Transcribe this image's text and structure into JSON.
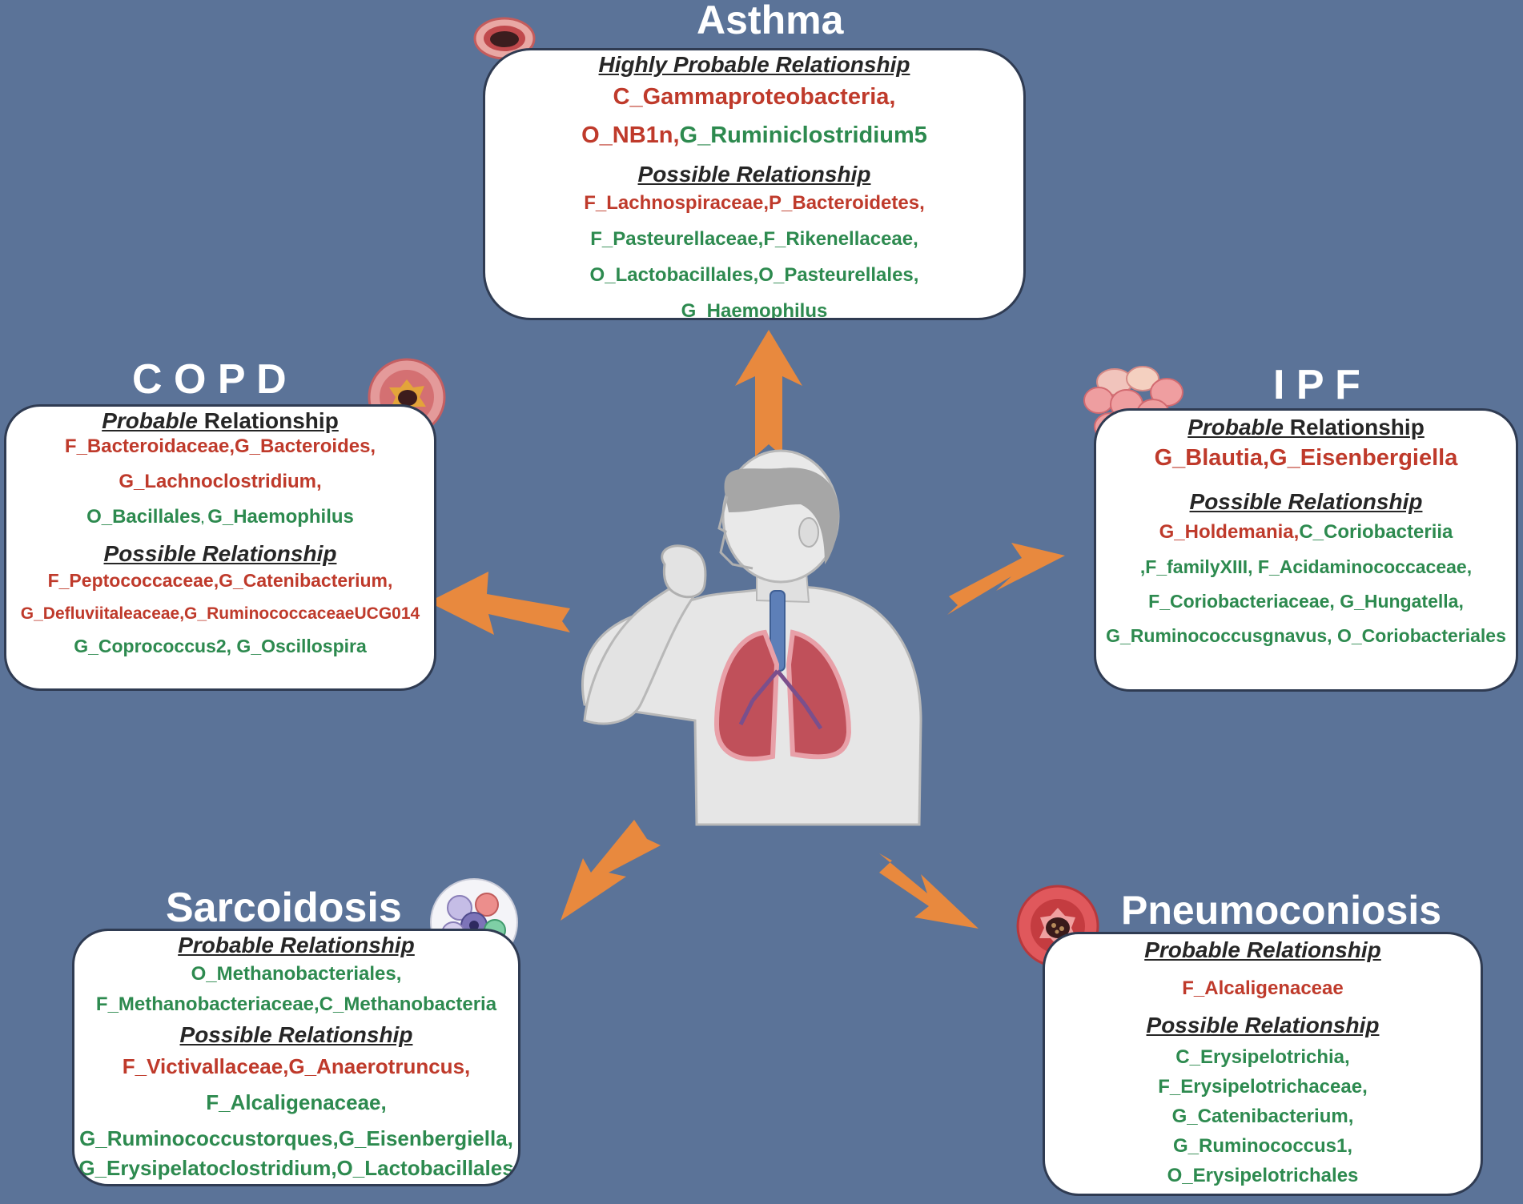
{
  "asthma": {
    "title": "Asthma",
    "highly_header": "Highly Probable Relationship",
    "highly_1": "C_Gammaproteobacteria,",
    "highly_2a": "O_NB1n,",
    "highly_2b": "G_Ruminiclostridium5",
    "possible_header": "Possible Relationship",
    "possible_1": "F_Lachnospiraceae,P_Bacteroidetes,",
    "possible_2": "F_Pasteurellaceae,F_Rikenellaceae,",
    "possible_3": "O_Lactobacillales,O_Pasteurellales,",
    "possible_4": "G_Haemophilus"
  },
  "copd": {
    "title": "C O P D",
    "probable_header_a": "Probable",
    "probable_header_b": " Relationship",
    "probable_1": "F_Bacteroidaceae,G_Bacteroides,",
    "probable_2": "G_Lachnoclostridium,",
    "probable_3a": "O_Bacillales",
    "probable_3b": ", ",
    "probable_3c": "G_Haemophilus",
    "possible_header": "Possible Relationship",
    "possible_1": "F_Peptococcaceae,G_Catenibacterium,",
    "possible_2": "G_Defluviitaleaceae,G_RuminococcaceaeUCG014",
    "possible_3": "G_Coprococcus2, G_Oscillospira"
  },
  "ipf": {
    "title": "I P F",
    "probable_header_a": "Probable",
    "probable_header_b": " Relationship",
    "probable_1": "G_Blautia,G_Eisenbergiella",
    "possible_header": "Possible  Relationship",
    "possible_1a": "G_Holdemania,",
    "possible_1b": "C_Coriobacteriia",
    "possible_2": ",F_familyXIII, F_Acidaminococcaceae,",
    "possible_3": "F_Coriobacteriaceae, G_Hungatella,",
    "possible_4": "G_Ruminococcusgnavus, O_Coriobacteriales"
  },
  "sarcoidosis": {
    "title": "Sarcoidosis",
    "probable_header": "Probable Relationship",
    "probable_1": "O_Methanobacteriales,",
    "probable_2": "F_Methanobacteriaceae,C_Methanobacteria",
    "possible_header": "Possible Relationship",
    "possible_1": "F_Victivallaceae,G_Anaerotruncus,",
    "possible_2": "F_Alcaligenaceae,",
    "possible_3": "G_Ruminococcustorques,G_Eisenbergiella,",
    "possible_4": "G_Erysipelatoclostridium,O_Lactobacillales"
  },
  "pneumoconiosis": {
    "title": "Pneumoconiosis",
    "probable_header": "Probable Relationship",
    "probable_1": "F_Alcaligenaceae",
    "possible_header": "Possible Relationship",
    "possible_1": "C_Erysipelotrichia,",
    "possible_2": "F_Erysipelotrichaceae,",
    "possible_3": "G_Catenibacterium,",
    "possible_4": "G_Ruminococcus1,",
    "possible_5": "O_Erysipelotrichales"
  },
  "colors": {
    "background": "#5b7398",
    "arrow": "#e8893e",
    "increase_text": "#bf3a2b",
    "decrease_text": "#2d8a4f"
  }
}
